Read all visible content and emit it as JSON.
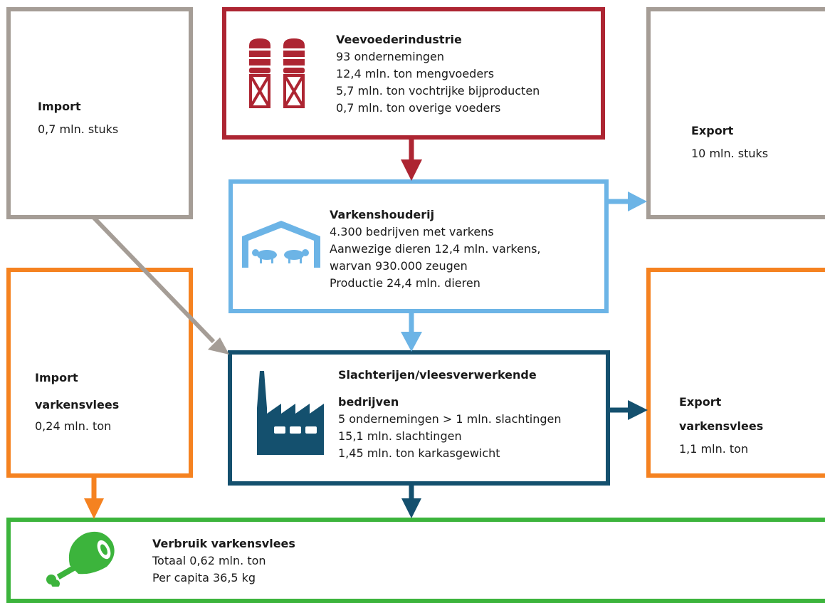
{
  "colors": {
    "grey": "#a59d96",
    "red": "#ad2532",
    "lightblue": "#6cb4e6",
    "darkblue": "#14506e",
    "orange": "#f58220",
    "green": "#3cb43c"
  },
  "icons": {
    "feed": "silo-icon",
    "farm": "barn-with-pigs-icon",
    "slaughter": "factory-icon",
    "consumption": "ham-icon"
  },
  "import_animals": {
    "title": "Import",
    "line1": "0,7 mln. stuks"
  },
  "feed_industry": {
    "title": "Veevoederindustrie",
    "lines": [
      "93 ondernemingen",
      "12,4 mln. ton mengvoeders",
      "5,7 mln. ton vochtrijke bijproducten",
      "0,7 mln. ton overige voeders"
    ]
  },
  "export_animals": {
    "title": "Export",
    "line1": "10 mln. stuks"
  },
  "pig_farming": {
    "title": "Varkenshouderij",
    "lines": [
      "4.300 bedrijven met varkens",
      "Aanwezige dieren 12,4 mln. varkens,",
      "warvan 930.000 zeugen",
      "Productie 24,4 mln. dieren"
    ]
  },
  "import_meat": {
    "title1": "Import",
    "title2": "varkensvlees",
    "line1": "0,24 mln. ton"
  },
  "slaughter": {
    "title1": "Slachterijen/vleesverwerkende",
    "title2": "bedrijven",
    "lines": [
      "5 ondernemingen > 1 mln. slachtingen",
      "15,1 mln. slachtingen",
      "1,45 mln. ton karkasgewicht"
    ]
  },
  "export_meat": {
    "title1": "Export",
    "title2": "varkensvlees",
    "line1": "1,1 mln. ton"
  },
  "consumption": {
    "title": "Verbruik varkensvlees",
    "lines": [
      "Totaal 0,62 mln. ton",
      "Per capita 36,5 kg"
    ]
  }
}
